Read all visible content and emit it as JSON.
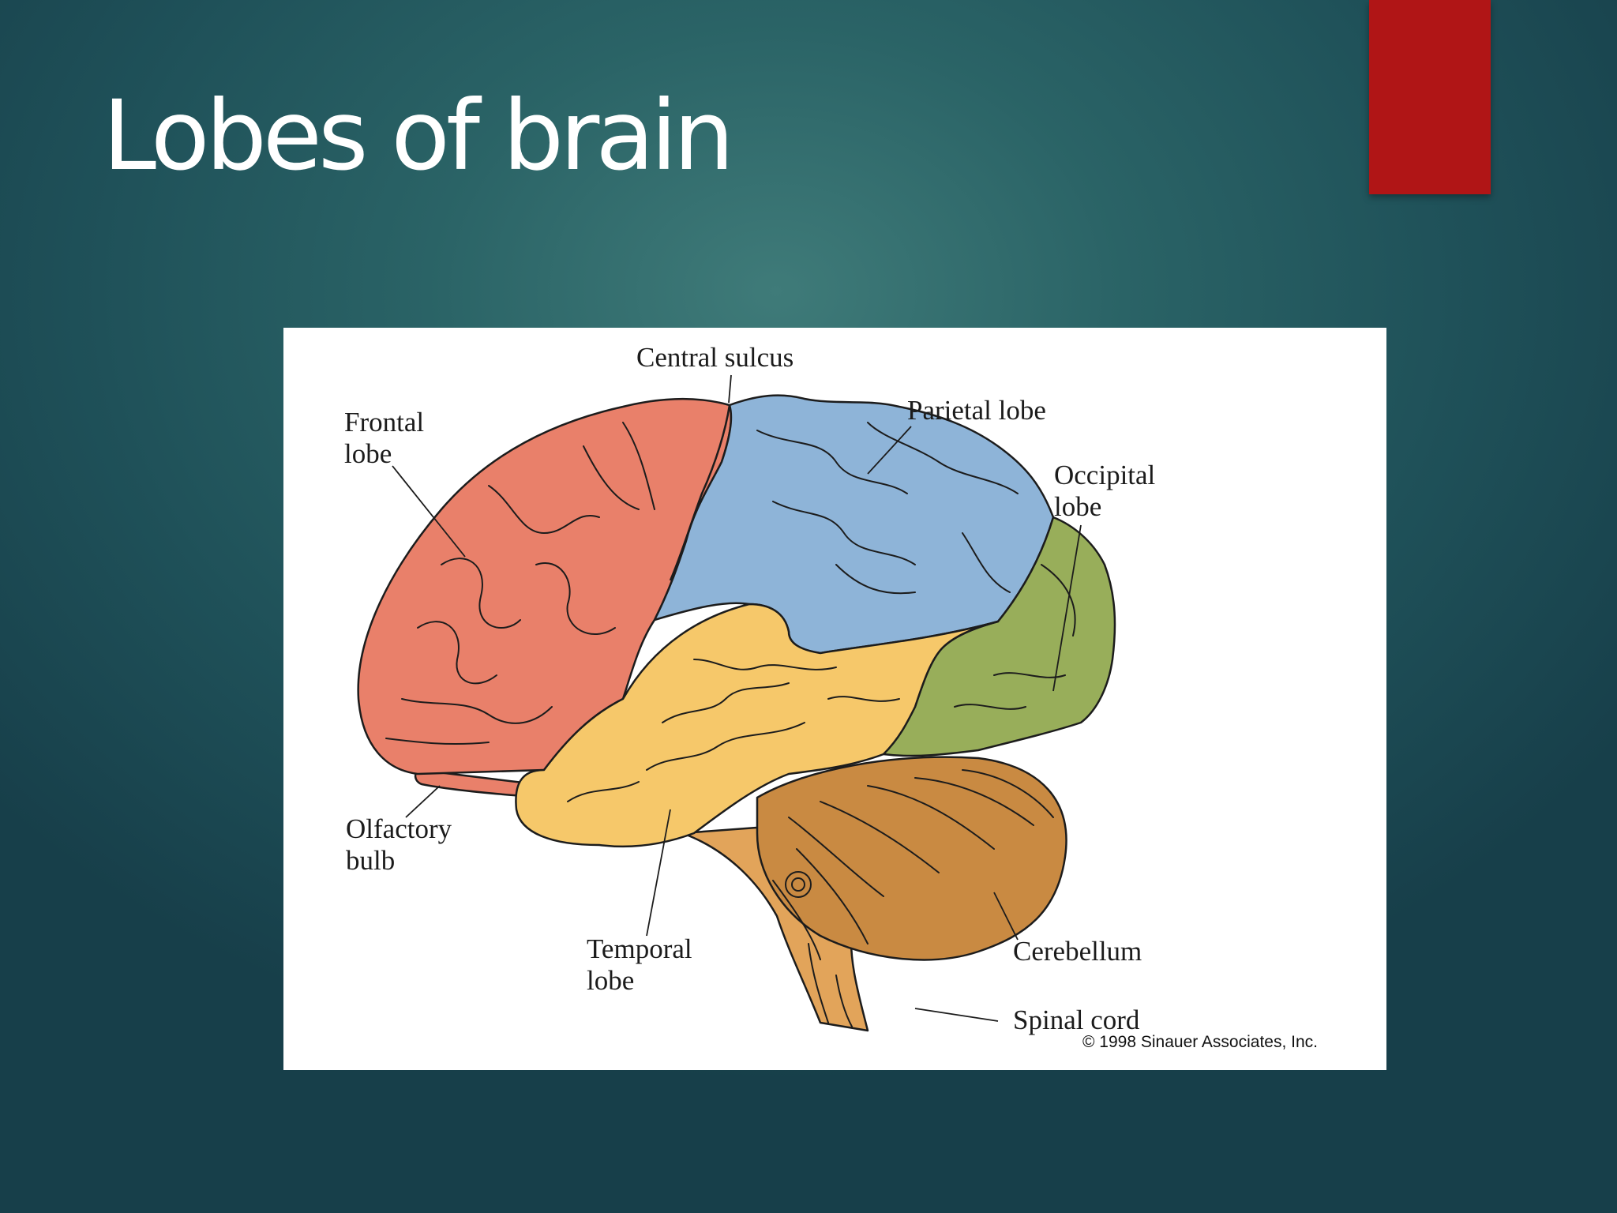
{
  "slide": {
    "title": "Lobes of brain",
    "accent_color": "#b01516",
    "background_color": "#2a6366"
  },
  "diagram": {
    "labels": {
      "central_sulcus": "Central sulcus",
      "frontal_lobe": [
        "Frontal",
        "lobe"
      ],
      "parietal_lobe": "Parietal lobe",
      "occipital_lobe": [
        "Occipital",
        "lobe"
      ],
      "olfactory_bulb": [
        "Olfactory",
        "bulb"
      ],
      "temporal_lobe": [
        "Temporal",
        "lobe"
      ],
      "cerebellum": "Cerebellum",
      "spinal_cord": "Spinal cord"
    },
    "copyright": "© 1998 Sinauer Associates, Inc.",
    "region_colors": {
      "frontal": "#e9806a",
      "parietal": "#8eb4d8",
      "occipital": "#98ae5a",
      "temporal": "#f6c86a",
      "cerebellum": "#c98a42",
      "brainstem": "#e2a45a"
    }
  }
}
